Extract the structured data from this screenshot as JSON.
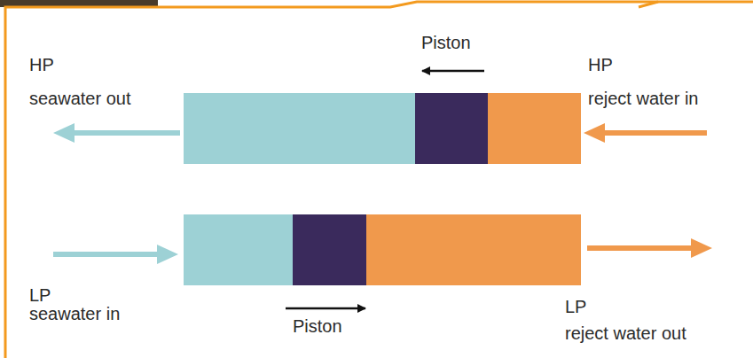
{
  "diagram": {
    "labels": [
      "HP",
      "Piston",
      "HP",
      "seawater out",
      "reject water in",
      "LP",
      "seawater in",
      "Piston",
      "LP",
      "reject water out"
    ]
  }
}
